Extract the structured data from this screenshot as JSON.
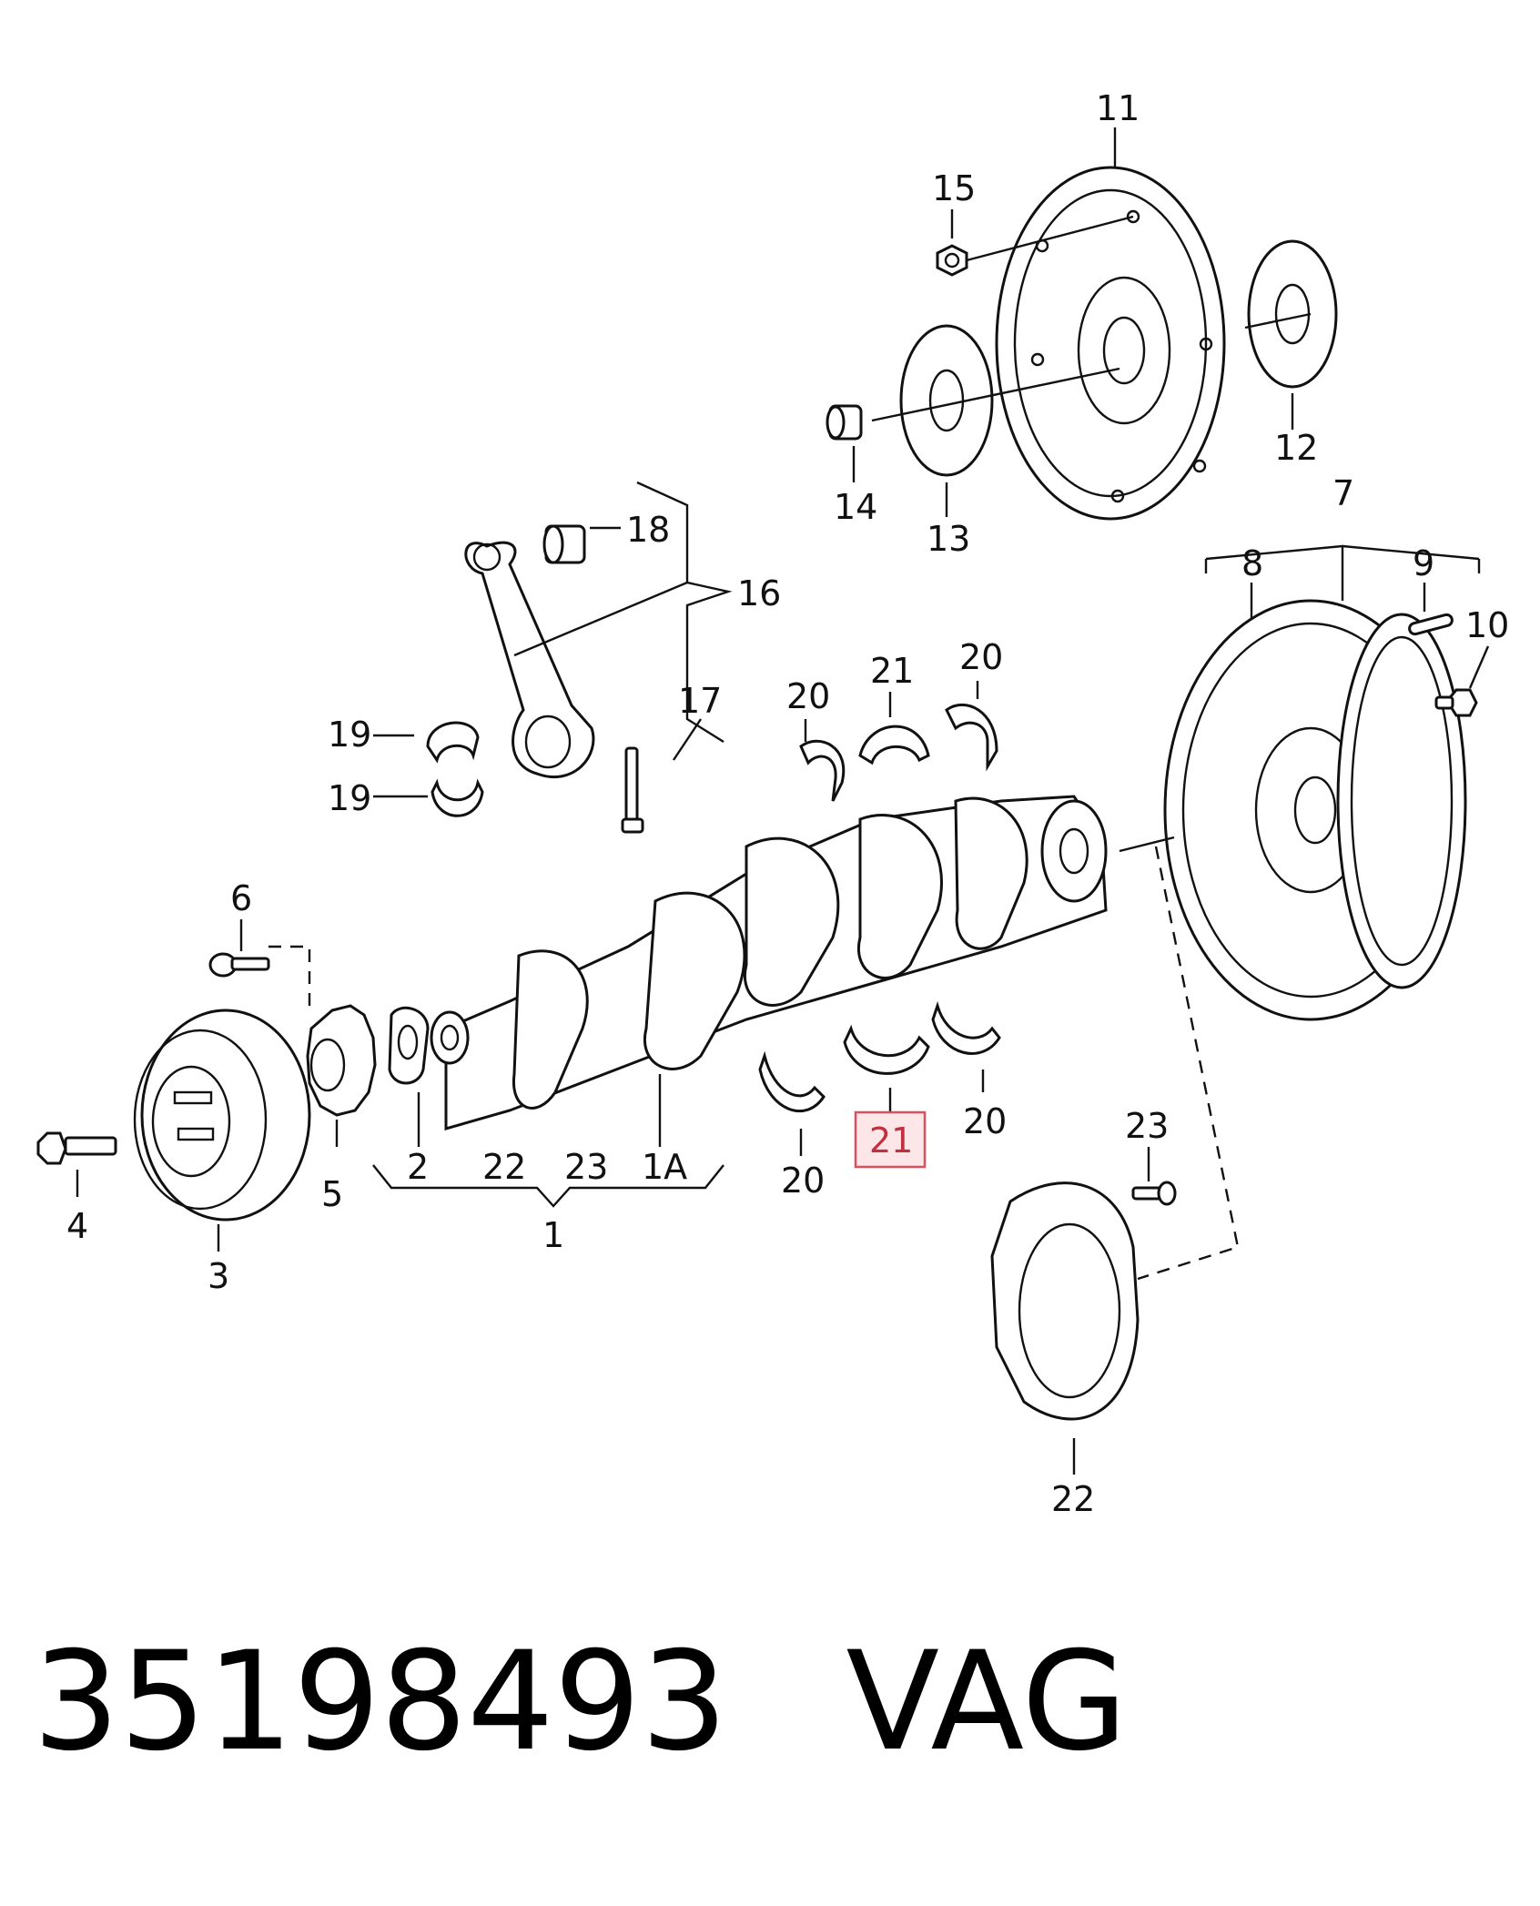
{
  "callouts": {
    "c1": "1",
    "c1A": "1A",
    "c2": "2",
    "c3": "3",
    "c4": "4",
    "c5": "5",
    "c6": "6",
    "c7": "7",
    "c8": "8",
    "c9": "9",
    "c10": "10",
    "c11": "11",
    "c12": "12",
    "c13": "13",
    "c14": "14",
    "c15": "15",
    "c16": "16",
    "c17": "17",
    "c18": "18",
    "c19a": "19",
    "c19b": "19",
    "c20a": "20",
    "c20b": "20",
    "c20c": "20",
    "c20d": "20",
    "c21a": "21",
    "c21b": "21",
    "c22a": "22",
    "c22b": "22",
    "c23a": "23",
    "c23b": "23"
  },
  "highlighted_callout": "21",
  "highlight_color": "#d9505f",
  "footer": {
    "part_number": "35198493",
    "brand": "VAG"
  }
}
